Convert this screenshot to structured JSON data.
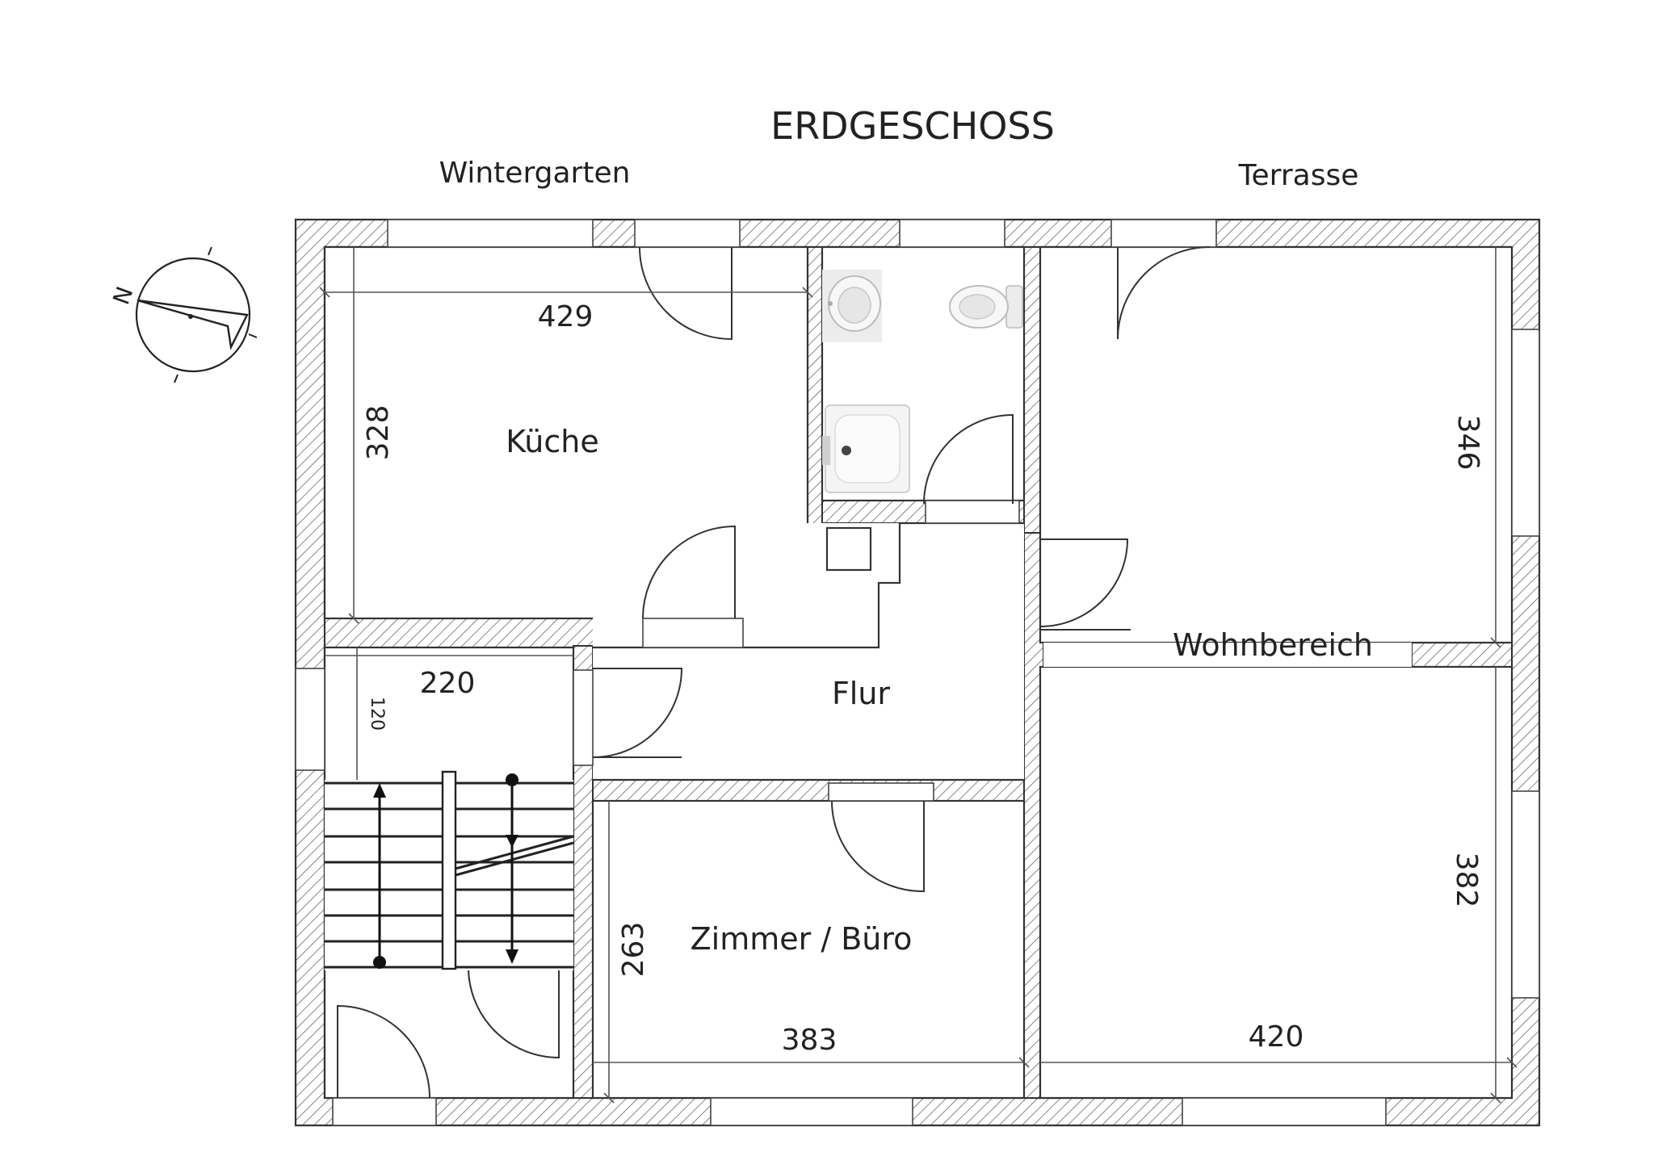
{
  "title": "ERDGESCHOSS",
  "outside_labels": {
    "wintergarten": "Wintergarten",
    "terrasse": "Terrasse"
  },
  "rooms": {
    "kueche": "Küche",
    "flur": "Flur",
    "wohnbereich": "Wohnbereich",
    "zimmer_buero": "Zimmer / Büro"
  },
  "dimensions": {
    "kueche_width": "429",
    "kueche_depth": "328",
    "stair_width": "220",
    "stair_landing": "120",
    "wohn_upper": "346",
    "wohn_lower": "382",
    "zimmer_depth": "263",
    "zimmer_width": "383",
    "wohn_width": "420"
  },
  "compass": {
    "north_label": "N",
    "icon": "north-arrow-icon"
  },
  "icons": [
    "washbasin-icon",
    "toilet-icon",
    "shower-tray-icon",
    "north-arrow-icon"
  ],
  "colors": {
    "wall_line": "#333333",
    "hatch": "#555555",
    "text": "#222222"
  }
}
